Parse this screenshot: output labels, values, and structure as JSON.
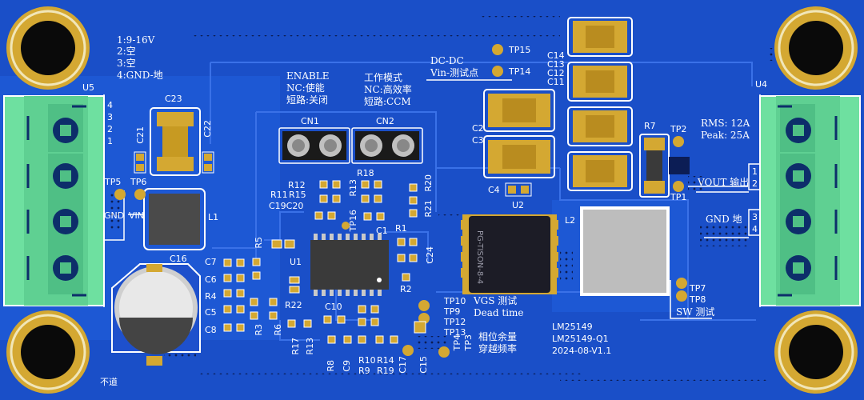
{
  "colors": {
    "board": "#1a4fc8",
    "copper": "#1d5ad6",
    "trace": "#2a63e0",
    "silkscreen": "#ffffff",
    "pad_gold": "#d4a832",
    "terminal_green": "#6ee0a0",
    "ic_body": "#3a3a3a"
  },
  "connectors": {
    "u5": {
      "ref": "U5",
      "pin_numbers": [
        "4",
        "3",
        "2",
        "1"
      ],
      "pin_desc": [
        "1:9-16V",
        "2:空",
        "3:空",
        "4:GND-地"
      ]
    },
    "u4": {
      "ref": "U4",
      "spec": [
        "RMS: 12A",
        "Peak: 25A"
      ],
      "pin_numbers_top": [
        "1",
        "2"
      ],
      "pin_numbers_bottom": [
        "3",
        "4"
      ]
    }
  },
  "annotations": {
    "enable": [
      "ENABLE",
      "NC:使能",
      "短路:关闭"
    ],
    "mode": [
      "工作模式",
      "NC:高效率",
      "短路:CCM"
    ],
    "vin_test": [
      "DC-DC",
      "Vin-测试点"
    ],
    "vout": "VOUT 输出",
    "gnd_out": "GND 地",
    "gnd_in": "GND",
    "vin": "VIN",
    "vgs": "VGS 测试",
    "dead_time": "Dead time",
    "phase": [
      "相位余量",
      "穿越频率"
    ],
    "sw_test": "SW 测试",
    "bottom_left": "不道",
    "board_info": [
      "LM25149",
      "LM25149-Q1",
      "2024-08-V1.1"
    ]
  },
  "refdes": {
    "cn1": "CN1",
    "cn2": "CN2",
    "tp15": "TP15",
    "tp14": "TP14",
    "tp2": "TP2",
    "tp1": "TP1",
    "tp5": "TP5",
    "tp6": "TP6",
    "tp7": "TP7",
    "tp8": "TP8",
    "tp10": "TP10",
    "tp9": "TP9",
    "tp12": "TP12",
    "tp13": "TP13",
    "tp16": "TP16",
    "tp4": "TP4",
    "tp3": "TP3",
    "c23": "C23",
    "c21": "C21",
    "c22": "C22",
    "l1": "L1",
    "l2": "L2",
    "c16": "C16",
    "u1": "U1",
    "u2": "U2",
    "c14": "C14",
    "c13": "C13",
    "c12": "C12",
    "c11": "C11",
    "c2": "C2",
    "c3": "C3",
    "c4": "C4",
    "r7": "R7",
    "r12": "R12",
    "r11": "R11",
    "r15": "R15",
    "c19c20": "C19C20",
    "r18": "R18",
    "r13": "R13",
    "r20": "R20",
    "r21": "R21",
    "c1": "C1",
    "r1": "R1",
    "c24": "C24",
    "r2": "R2",
    "r5": "R5",
    "c7": "C7",
    "c6": "C6",
    "r4": "R4",
    "c5": "C5",
    "c8": "C8",
    "r22": "R22",
    "r3": "R3",
    "r6": "R6",
    "c10": "C10",
    "r17": "R17",
    "r13b": "R13",
    "r8": "R8",
    "c9": "C9",
    "r10": "R10",
    "r9": "R9",
    "r14": "R14",
    "r19": "R19",
    "c17": "C17",
    "c15": "C15"
  },
  "ic_markings": {
    "mosfet": "PG-TISON-8-4"
  }
}
